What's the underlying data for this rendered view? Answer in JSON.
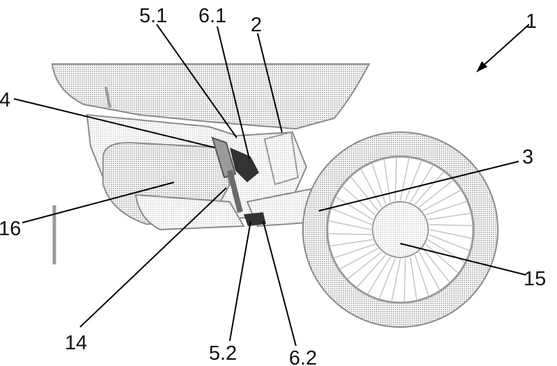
{
  "figure": {
    "reference_labels": {
      "l1": "1",
      "l2": "2",
      "l3": "3",
      "l4": "4",
      "l51": "5.1",
      "l52": "5.2",
      "l61": "6.1",
      "l62": "6.2",
      "l14": "14",
      "l15": "15",
      "l16": "16"
    }
  },
  "colors": {
    "line": "#000000",
    "shading": "#bdbdbd",
    "dark_part": "#333333"
  }
}
